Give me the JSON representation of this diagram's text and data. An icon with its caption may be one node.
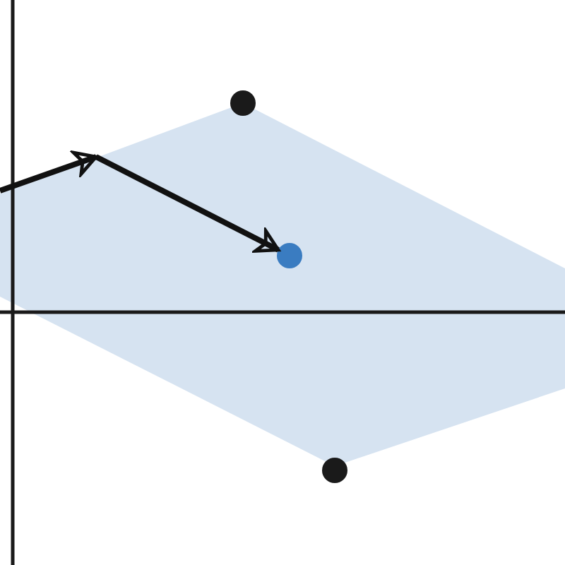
{
  "diagram": {
    "nodes": [
      {
        "text": [],
        "shape": "polygon"
      },
      {
        "text": [],
        "shape": "circle"
      },
      {
        "text": [],
        "shape": "circle",
        "in": 0
      },
      {
        "text": [],
        "shape": "circle"
      }
    ],
    "edges": [
      {
        "from": null,
        "to": 0,
        "arrow": "to"
      },
      {
        "from": 0,
        "to": 2,
        "arrow": "to"
      }
    ]
  }
}
